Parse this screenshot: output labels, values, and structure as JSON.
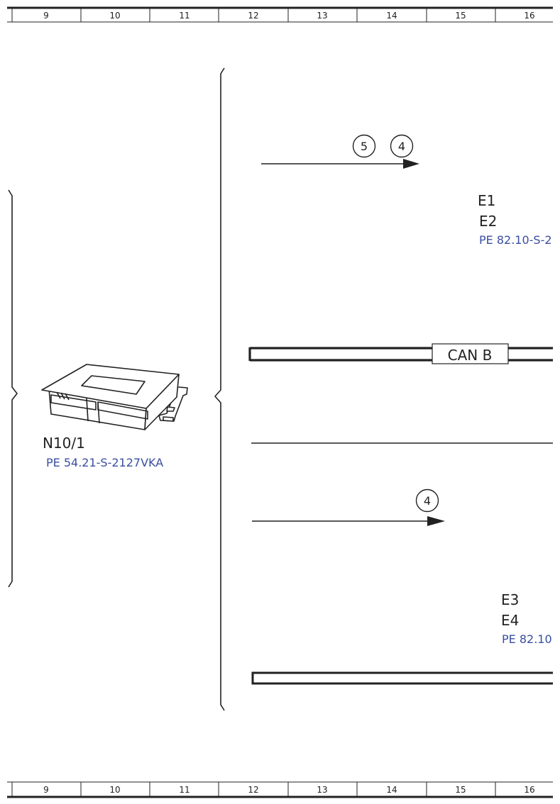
{
  "ruler": {
    "columns": [
      "9",
      "10",
      "11",
      "12",
      "13",
      "14",
      "15",
      "16"
    ]
  },
  "ecu": {
    "code": "N10/1",
    "ref": "PE 54.21-S-2127VKA"
  },
  "markers": {
    "top_a": "5",
    "top_b": "4",
    "middle": "4"
  },
  "lamps_top": {
    "line1": "E1",
    "line2": "E2",
    "ref": "PE 82.10-S-2"
  },
  "lamps_bottom": {
    "line1": "E3",
    "line2": "E4",
    "ref": "PE 82.10"
  },
  "bus": {
    "label": "CAN B"
  },
  "colors": {
    "ink": "#222222",
    "ref_blue": "#3a4ea0"
  }
}
